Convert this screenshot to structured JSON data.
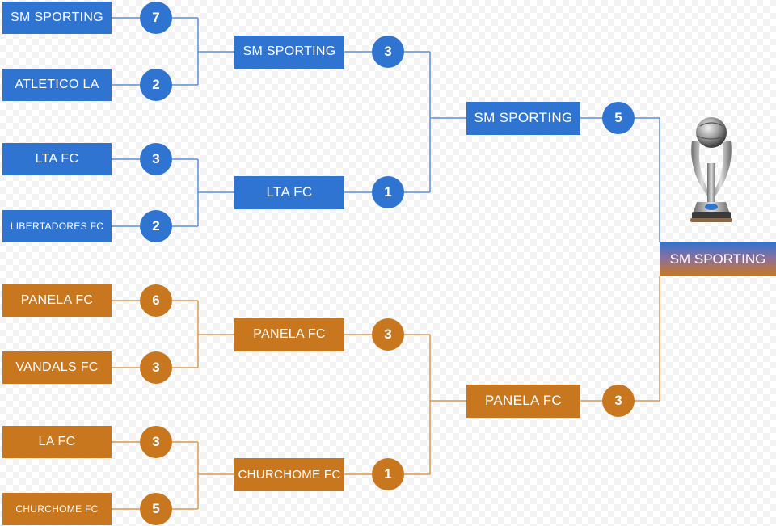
{
  "colors": {
    "blue": "#2f74d0",
    "orange": "#c8771e",
    "line_blue": "#5a8fd8",
    "line_orange": "#d69a52"
  },
  "round1": [
    {
      "team": "SM SPORTING",
      "score": "7",
      "color": "blue"
    },
    {
      "team": "ATLETICO LA",
      "score": "2",
      "color": "blue"
    },
    {
      "team": "LTA FC",
      "score": "3",
      "color": "blue"
    },
    {
      "team": "LIBERTADORES FC",
      "score": "2",
      "color": "blue"
    },
    {
      "team": "PANELA FC",
      "score": "6",
      "color": "orange"
    },
    {
      "team": "VANDALS FC",
      "score": "3",
      "color": "orange"
    },
    {
      "team": "LA FC",
      "score": "3",
      "color": "orange"
    },
    {
      "team": "CHURCHOME FC",
      "score": "5",
      "color": "orange"
    }
  ],
  "round2": [
    {
      "team": "SM SPORTING",
      "score": "3",
      "color": "blue"
    },
    {
      "team": "LTA FC",
      "score": "1",
      "color": "blue"
    },
    {
      "team": "PANELA FC",
      "score": "3",
      "color": "orange"
    },
    {
      "team": "CHURCHOME FC",
      "score": "1",
      "color": "orange"
    }
  ],
  "round3": [
    {
      "team": "SM SPORTING",
      "score": "5",
      "color": "blue"
    },
    {
      "team": "PANELA FC",
      "score": "3",
      "color": "orange"
    }
  ],
  "champion": {
    "team": "SM SPORTING"
  },
  "trophy_icon": "trophy-icon"
}
